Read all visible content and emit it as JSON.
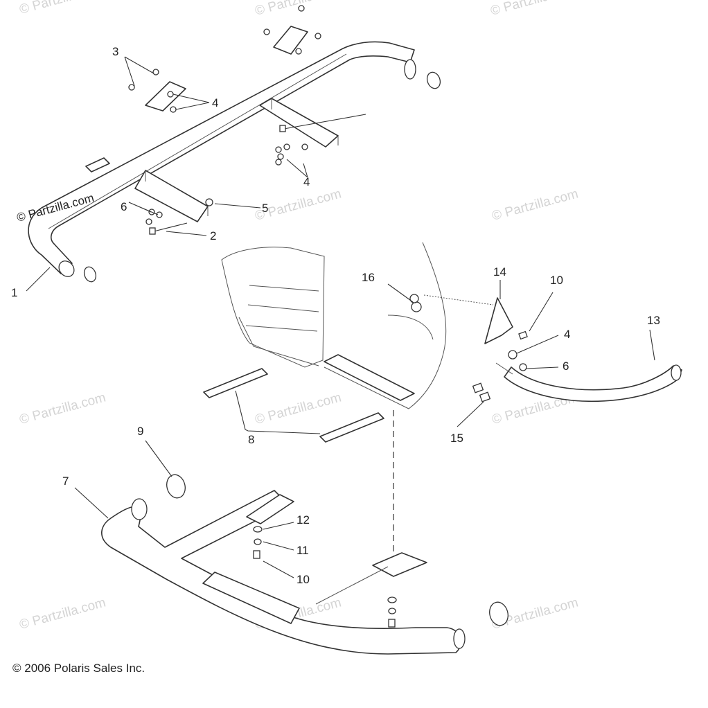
{
  "watermark": "© Partzilla.com",
  "stamp_text": "© Partzilla.com",
  "copyright": "© 2006 Polaris Sales Inc.",
  "callouts": [
    "1",
    "2",
    "3",
    "4",
    "4",
    "4",
    "5",
    "6",
    "6",
    "7",
    "8",
    "9",
    "10",
    "10",
    "11",
    "12",
    "13",
    "14",
    "15",
    "16"
  ]
}
